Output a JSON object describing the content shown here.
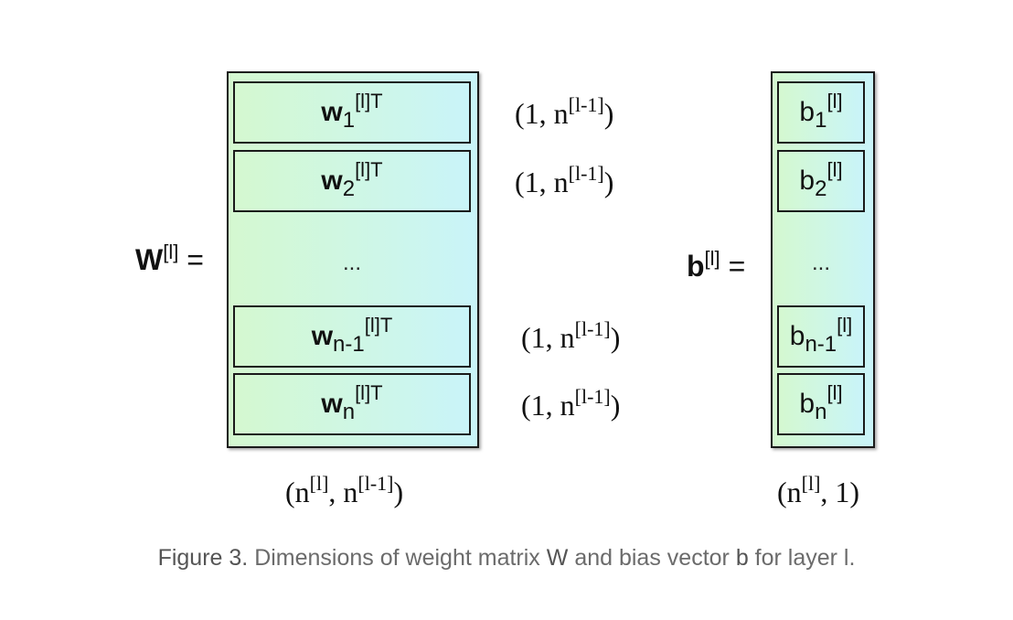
{
  "weight_matrix": {
    "symbol": "W",
    "symbol_superscript": "[l]",
    "equals": "=",
    "rows": [
      {
        "base": "w",
        "sub": "1",
        "sup": "[l]T",
        "dimension": {
          "open": "(1, n",
          "sup": "[l-1]",
          "close": ")"
        }
      },
      {
        "base": "w",
        "sub": "2",
        "sup": "[l]T",
        "dimension": {
          "open": "(1, n",
          "sup": "[l-1]",
          "close": ")"
        }
      },
      {
        "base": "w",
        "sub": "n-1",
        "sup": "[l]T",
        "dimension": {
          "open": "(1, n",
          "sup": "[l-1]",
          "close": ")"
        }
      },
      {
        "base": "w",
        "sub": "n",
        "sup": "[l]T",
        "dimension": {
          "open": "(1, n",
          "sup": "[l-1]",
          "close": ")"
        }
      }
    ],
    "ellipsis": "...",
    "shape": {
      "p1": "(n",
      "sup1": "[l]",
      "mid": ", n",
      "sup2": "[l-1]",
      "close": ")"
    }
  },
  "bias_vector": {
    "symbol": "b",
    "symbol_superscript": "[l]",
    "equals": "=",
    "rows": [
      {
        "base": "b",
        "sub": "1",
        "sup": "[l]"
      },
      {
        "base": "b",
        "sub": "2",
        "sup": "[l]"
      },
      {
        "base": "b",
        "sub": "n-1",
        "sup": "[l]"
      },
      {
        "base": "b",
        "sub": "n",
        "sup": "[l]"
      }
    ],
    "ellipsis": "...",
    "shape": {
      "p1": "(n",
      "sup1": "[l]",
      "close": ", 1)"
    }
  },
  "caption": {
    "label": "Figure 3.",
    "text_a": " Dimensions of weight matrix ",
    "w": "W",
    "text_b": " and bias vector ",
    "b": "b",
    "text_c": " for layer l."
  },
  "colors": {
    "cell_gradient_left": "#d4f8d0",
    "cell_gradient_right": "#c9f4f9",
    "caption": "#6b6b6b"
  }
}
